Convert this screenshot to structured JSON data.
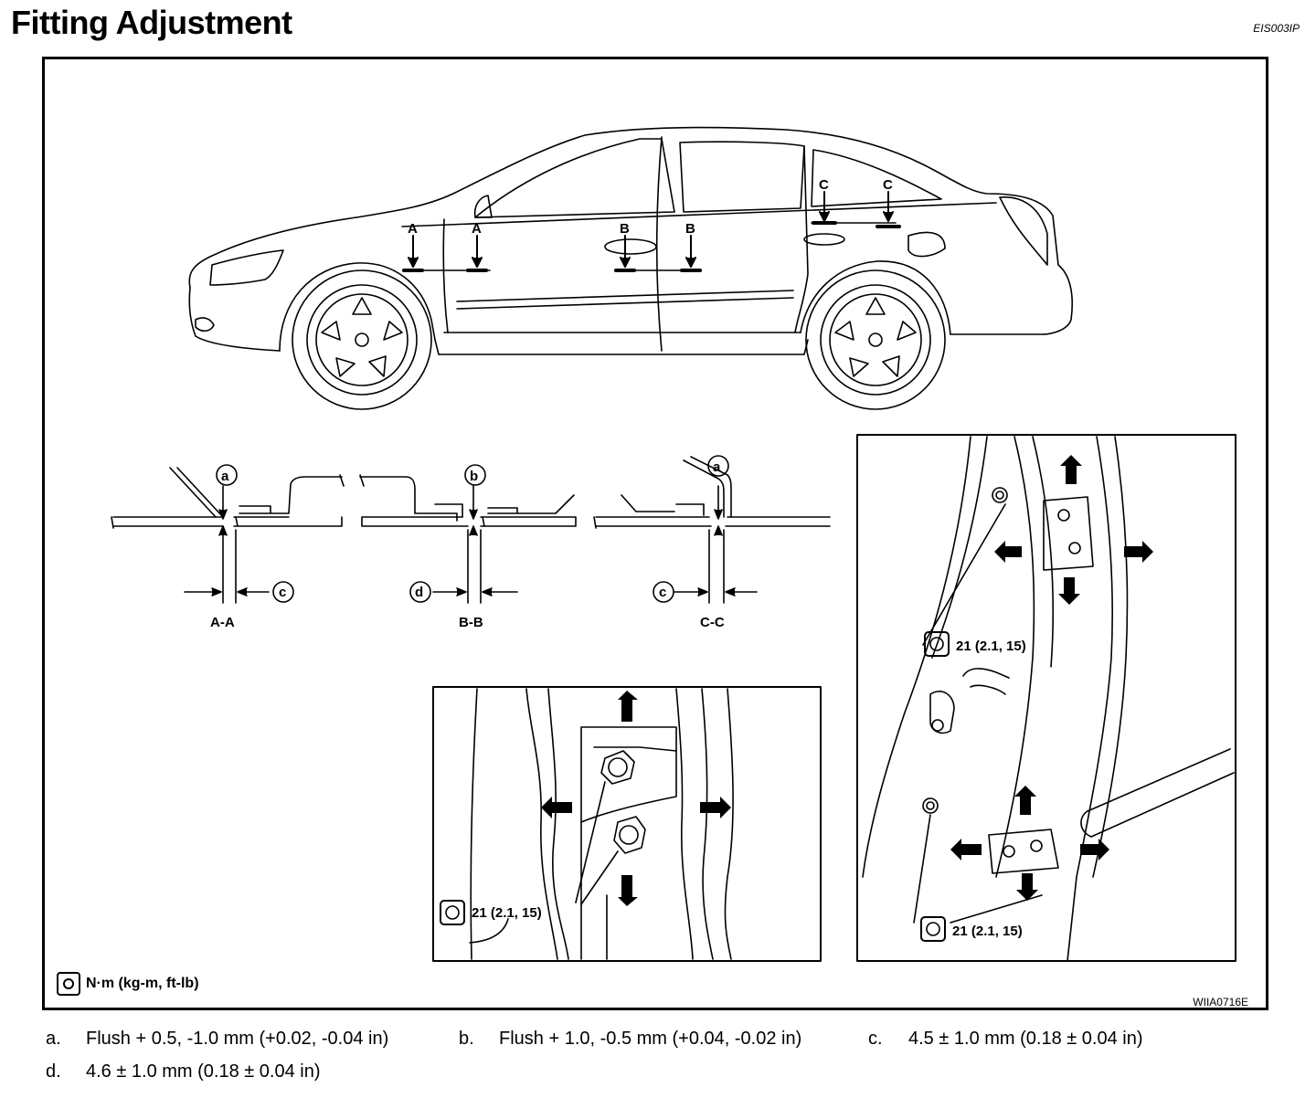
{
  "header": {
    "title": "Fitting Adjustment",
    "code": "EIS003IP"
  },
  "car": {
    "markers": [
      "A",
      "A",
      "B",
      "B",
      "C",
      "C"
    ]
  },
  "sections": [
    {
      "label": "A-A",
      "dims": [
        "a",
        "c"
      ]
    },
    {
      "label": "B-B",
      "dims": [
        "b",
        "d"
      ]
    },
    {
      "label": "C-C",
      "dims": [
        "a",
        "c"
      ]
    }
  ],
  "torque": {
    "hinge_front": "21 (2.1, 15)",
    "hinge_rear_upper": "21 (2.1, 15)",
    "hinge_rear_lower": "21 (2.1, 15)",
    "legend": "N·m (kg-m, ft-lb)"
  },
  "figure_code": "WIIA0716E",
  "notes": [
    {
      "key": "a.",
      "text": "Flush + 0.5, -1.0 mm (+0.02, -0.04 in)"
    },
    {
      "key": "b.",
      "text": "Flush + 1.0, -0.5 mm (+0.04, -0.02 in)"
    },
    {
      "key": "c.",
      "text": "4.5 ± 1.0 mm (0.18 ± 0.04 in)"
    },
    {
      "key": "d.",
      "text": "4.6 ± 1.0 mm (0.18 ± 0.04 in)"
    }
  ]
}
